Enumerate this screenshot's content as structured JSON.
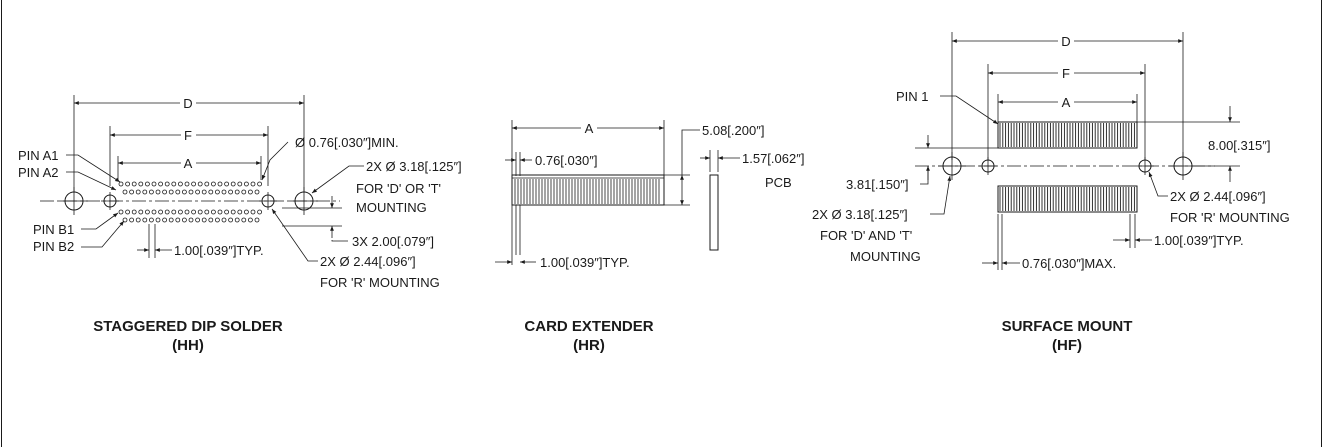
{
  "staggered_dip": {
    "title": "STAGGERED DIP SOLDER",
    "code": "(HH)",
    "dim_d": "D",
    "dim_f": "F",
    "dim_a": "A",
    "pin_a1": "PIN A1",
    "pin_a2": "PIN A2",
    "pin_b1": "PIN B1",
    "pin_b2": "PIN B2",
    "hole_min": "Ø 0.76[.030″]MIN.",
    "mount_hole": "2X Ø 3.18[.125″]",
    "mount_for": "FOR 'D' OR 'T'",
    "mount_word": "MOUNTING",
    "row_spacing": "3X 2.00[.079″]",
    "pitch": "1.00[.039″]TYP.",
    "r_hole": "2X Ø 2.44[.096″]",
    "r_for": "FOR 'R' MOUNTING"
  },
  "card_extender": {
    "title": "CARD EXTENDER",
    "code": "(HR)",
    "dim_a": "A",
    "height": "5.08[.200″]",
    "thickness": "0.76[.030″]",
    "pcb_dim": "1.57[.062″]",
    "pcb": "PCB",
    "pitch": "1.00[.039″]TYP."
  },
  "surface_mount": {
    "title": "SURFACE MOUNT",
    "code": "(HF)",
    "dim_d": "D",
    "dim_f": "F",
    "dim_a": "A",
    "pin_1": "PIN 1",
    "height": "8.00[.315″]",
    "offset": "3.81[.150″]",
    "r_hole": "2X Ø 2.44[.096″]",
    "r_for": "FOR 'R' MOUNTING",
    "mount_hole": "2X Ø 3.18[.125″]",
    "mount_for": "FOR 'D' AND 'T'",
    "mount_word": "MOUNTING",
    "pitch": "1.00[.039″]TYP.",
    "pin_width": "0.76[.030″]MAX."
  }
}
